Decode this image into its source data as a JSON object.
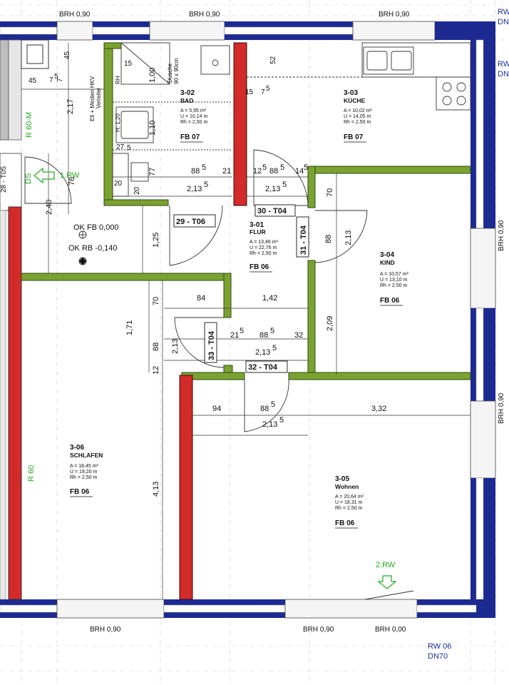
{
  "window_labels": {
    "top_left": "BRH 0,90",
    "top_mid": "BRH 0,90",
    "top_right": "BRH 0,90",
    "right_upper": "BRH 0,90",
    "right_lower": "BRH 0,90",
    "bottom_left": "BRH 0,90",
    "bottom_mid": "BRH 0,90",
    "bottom_right": "BRH 0,00"
  },
  "rooms": [
    {
      "id": "3-01",
      "name": "FLUR",
      "area": "A = 13,46 m²",
      "perimeter": "U = 22,76 m",
      "height": "Rh = 2,50 m",
      "floor": "FB 06"
    },
    {
      "id": "3-02",
      "name": "BAD",
      "area": "A = 5,95 m²",
      "perimeter": "U = 10,14 m",
      "height": "Rh = 2,50 m",
      "floor": "FB 07"
    },
    {
      "id": "3-03",
      "name": "KÜCHE",
      "area": "A = 10,02 m²",
      "perimeter": "U = 14,05 m",
      "height": "Rh = 2,50 m",
      "floor": "FB 07"
    },
    {
      "id": "3-04",
      "name": "KIND",
      "area": "A = 10,57 m²",
      "perimeter": "U = 13,10 m",
      "height": "Rh = 2,50 m",
      "floor": "FB 06"
    },
    {
      "id": "3-05",
      "name": "Wohnen",
      "area": "A = 20,64 m²",
      "perimeter": "U = 18,31 m",
      "height": "Rh = 2,50 m",
      "floor": "FB 06"
    },
    {
      "id": "3-06",
      "name": "SCHLAFEN",
      "area": "A = 18,45 m²",
      "perimeter": "U = 19,20 m",
      "height": "Rh = 2,50 m",
      "floor": "FB 06"
    }
  ],
  "doors": {
    "d29": "29 - T06",
    "d30": "30 - T04",
    "d31": "31 - T04",
    "d32": "32 - T04",
    "d33": "33 - T04"
  },
  "levels": {
    "ok_fb": "OK FB 0,000",
    "ok_rb": "OK RB -0,140"
  },
  "annotations": {
    "rw1": "1.RW",
    "rw2": "2.RW",
    "ds": "DS",
    "r60m": "R 60-M",
    "r60": "R 60",
    "rw06": "RW 06",
    "dn70": "DN70",
    "rw_top": "RW",
    "dn_top": "DN",
    "rw_mid": "RW",
    "dn_mid": "DN",
    "left_code": "28 - T05",
    "dusche1": "Dusche",
    "dusche2": "90 x 90cm",
    "elt1": "Elt + Medien  HKV",
    "elt2": "Verteiler",
    "rh": "RH",
    "h120": "H: 1,20"
  },
  "dimensions": {
    "d45a": "45",
    "d45b": "45",
    "d75a": "7",
    "d75b": "7",
    "d75c": "7",
    "d2175": "2,17",
    "d15a": "15",
    "d15b": "15",
    "d100": "1,00",
    "d110": "1,10",
    "d275": "27",
    "d77": "77",
    "d20a": "20",
    "d20b": "20",
    "d885a": "88",
    "d21a": "21",
    "d125a": "12",
    "d885b": "88",
    "d14": "14",
    "d525": "52",
    "d2135a": "2,13",
    "d2135b": "2,13",
    "d70a": "70",
    "d885c": "88",
    "d2135c": "2,13",
    "d76": "76",
    "d240": "2,40",
    "d1255": "1,25",
    "d84": "84",
    "d142": "1,42",
    "d70b": "70",
    "d171": "1,71",
    "d885d": "88",
    "d2135d": "2,13",
    "d125b": "12",
    "d215": "21",
    "d885e": "88",
    "d32": "32",
    "d2135e": "2,13",
    "d2095": "2,09",
    "d94": "94",
    "d885f": "88",
    "d332": "3,32",
    "d2135f": "2,13",
    "d4135": "4,13",
    "sup5": "5"
  }
}
